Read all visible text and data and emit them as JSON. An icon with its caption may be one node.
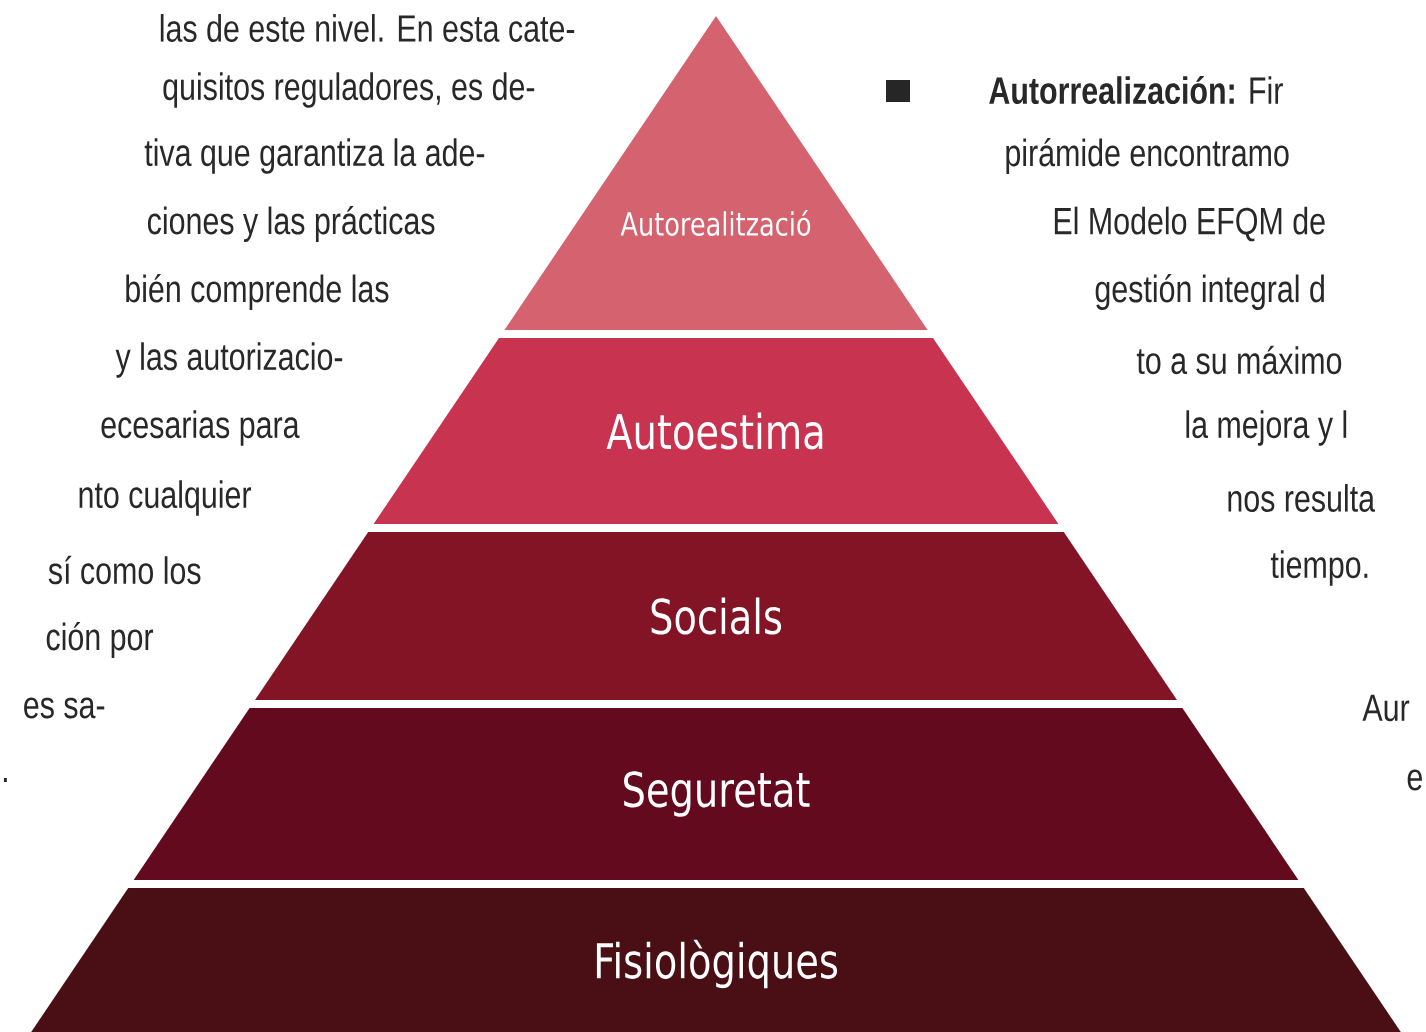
{
  "diagram": {
    "nodes": [
      {
        "text": [
          "Autorealització"
        ]
      },
      {
        "text": [
          "Autoestima"
        ]
      },
      {
        "text": [
          "Socials"
        ]
      },
      {
        "text": [
          "Seguretat"
        ]
      },
      {
        "text": [
          "Fisiològiques"
        ]
      }
    ],
    "labels": [
      "las de este nivel. En esta cate-",
      "quisitos reguladores, es de-",
      "tiva que garantiza la ade-",
      "ciones y las prácticas",
      "bién comprende las",
      "y las autorizacio-",
      "ecesarias para",
      "nto cualquier",
      "sí como los",
      "ción por",
      "es sa-",
      ".",
      "**Autorrealización:** Fir",
      "pirámide encontramo",
      "El Modelo EFQM de",
      "gestión integral d",
      "to a su máximo",
      "la mejora y l",
      "nos resulta",
      "tiempo.",
      "Aur",
      "e"
    ]
  }
}
